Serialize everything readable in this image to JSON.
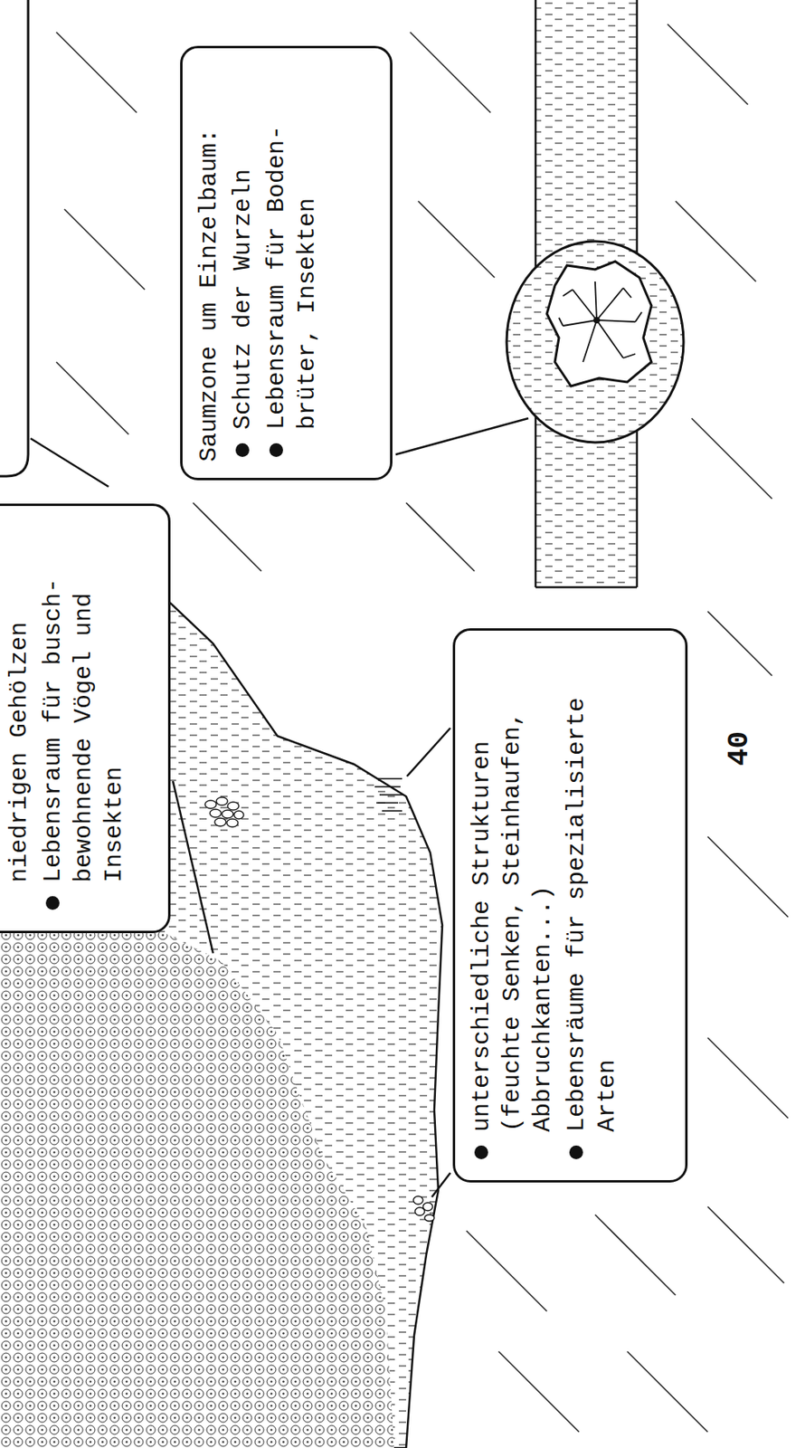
{
  "diagram": {
    "nodes": [
      {
        "text": [
          "niedrigen Gehölzen",
          "Lebensraum für busch- bewohnende Vögel und Insekten"
        ]
      },
      {
        "text": [
          "unterschiedliche Strukturen (feuchte Senken, Steinhaufen, Abbruchkanten...)",
          "Lebensräume für spezialisierte Arten"
        ]
      },
      {
        "text": [
          "Saumzone um Einzelbaum:",
          "Schutz der Wurzeln",
          "Lebensraum für Boden- brüter, Insekten"
        ]
      }
    ],
    "labels": [
      "40"
    ]
  }
}
